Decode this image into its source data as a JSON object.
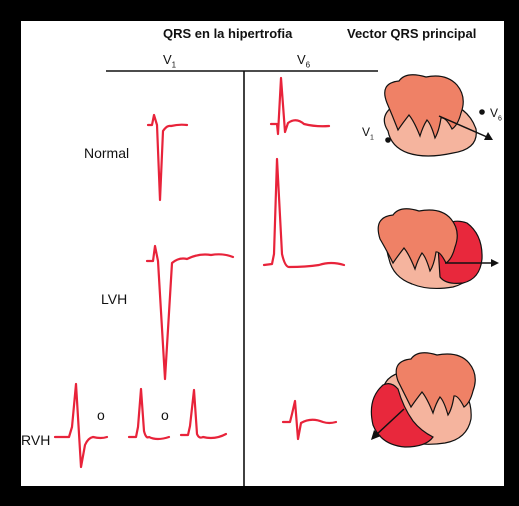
{
  "header": {
    "qrs_title": "QRS en la hipertrofia",
    "vector_title": "Vector QRS principal"
  },
  "leads": {
    "v1": {
      "letter": "V",
      "sub": "1"
    },
    "v6": {
      "letter": "V",
      "sub": "6"
    }
  },
  "rows": {
    "normal": "Normal",
    "lvh": "LVH",
    "rvh": "RVH"
  },
  "rvh_markers": [
    "o",
    "o"
  ],
  "vector_labels": {
    "v1": {
      "letter": "V",
      "sub": "1"
    },
    "v6": {
      "letter": "V",
      "sub": "6"
    }
  },
  "colors": {
    "trace": "#e8233a",
    "heart_outer": "#f5b49e",
    "heart_inner": "#ef8166",
    "hypertrophy": "#e8283c",
    "frame": "#000000"
  }
}
